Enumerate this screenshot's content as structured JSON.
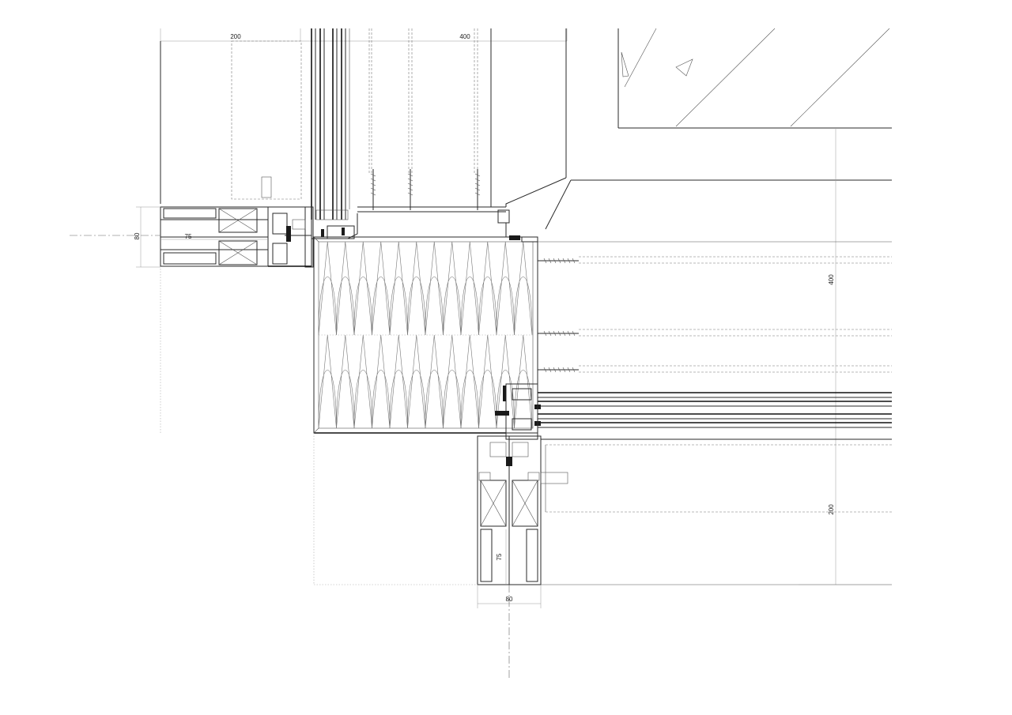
{
  "drawing": {
    "type": "architectural-detail-plan",
    "line_color": "#2a2a2a",
    "background": "#ffffff"
  },
  "dimensions": {
    "top_left": "200",
    "top_right": "400",
    "left_depth": "80",
    "left_width": "75",
    "right_upper": "400",
    "right_lower": "200",
    "bottom_depth": "75",
    "bottom_width": "80"
  }
}
